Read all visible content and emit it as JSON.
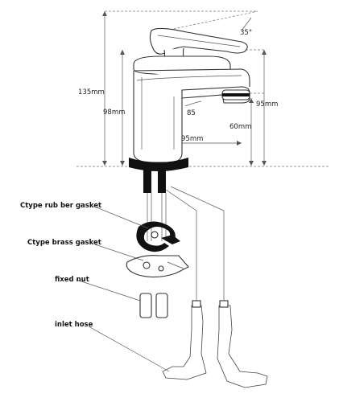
{
  "dimensions": {
    "angle_handle": "35°",
    "height_total": "135mm",
    "height_body": "98mm",
    "spout_height": "95mm",
    "spout_clearance": "60mm",
    "spout_angle": "85",
    "base_width": "95mm"
  },
  "callouts": {
    "rubber_gasket": "Ctype rub ber gasket",
    "brass_gasket": "Ctype brass gasket",
    "fixed_nut": "fixed nut",
    "inlet_hose": "inlet hose"
  }
}
